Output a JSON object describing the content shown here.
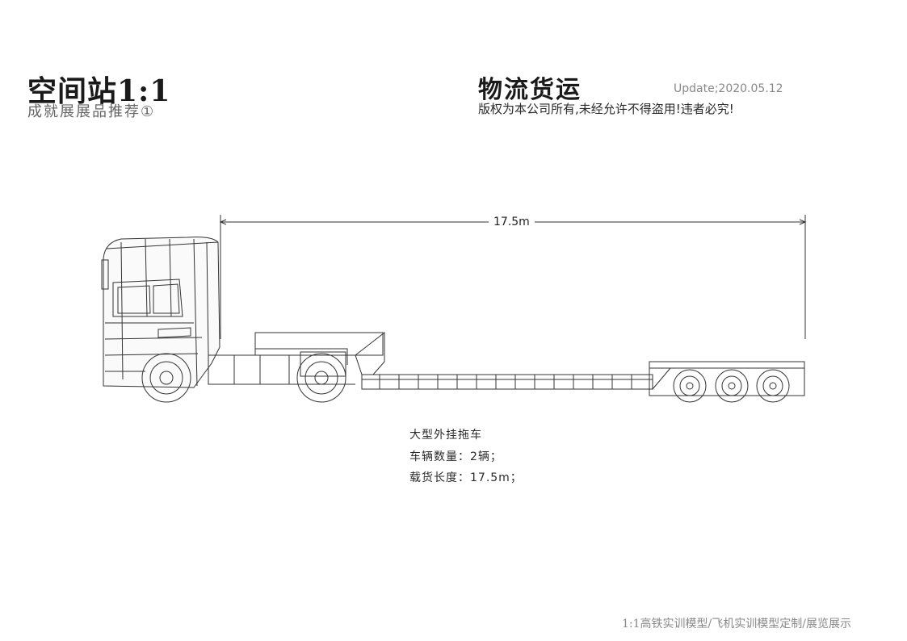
{
  "header": {
    "title": "空间站1:1",
    "subtitle": "成就展展品推荐①"
  },
  "section": {
    "title": "物流货运",
    "update": "Update;2020.05.12",
    "copyright": "版权为本公司所有,未经允许不得盗用!违者必究!"
  },
  "figure": {
    "dimension_label": "17.5m"
  },
  "specs": {
    "name": "大型外挂拖车",
    "count": "车辆数量：2辆；",
    "length": "载货长度：17.5m；"
  },
  "footer": {
    "text": "1:1高铁实训模型/飞机实训模型定制/展览展示"
  }
}
